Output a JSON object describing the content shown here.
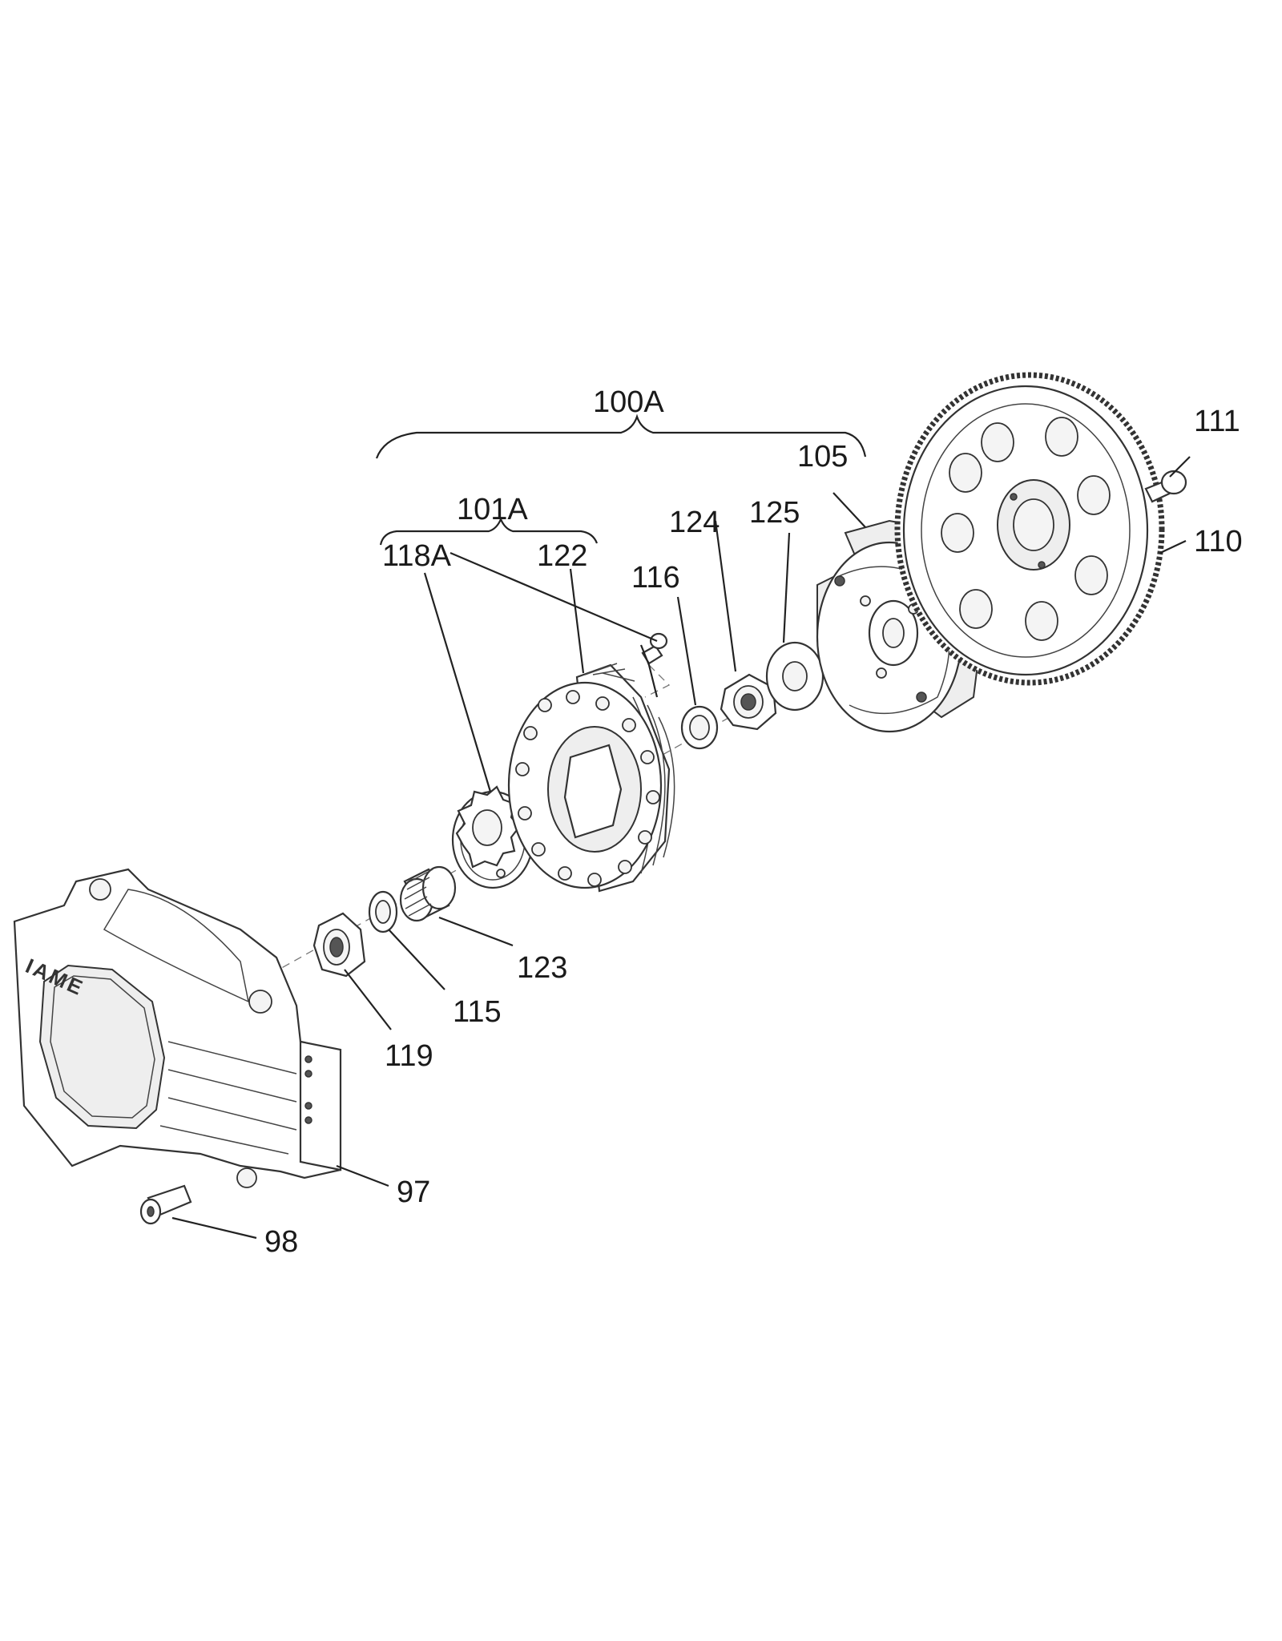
{
  "labels": {
    "l100A": "100A",
    "l101A": "101A",
    "l118A": "118A",
    "l122": "122",
    "l116": "116",
    "l124": "124",
    "l125": "125",
    "l105": "105",
    "l111": "111",
    "l110": "110",
    "l123": "123",
    "l115": "115",
    "l119": "119",
    "l97": "97",
    "l98": "98"
  },
  "housing_logo": "IAME"
}
